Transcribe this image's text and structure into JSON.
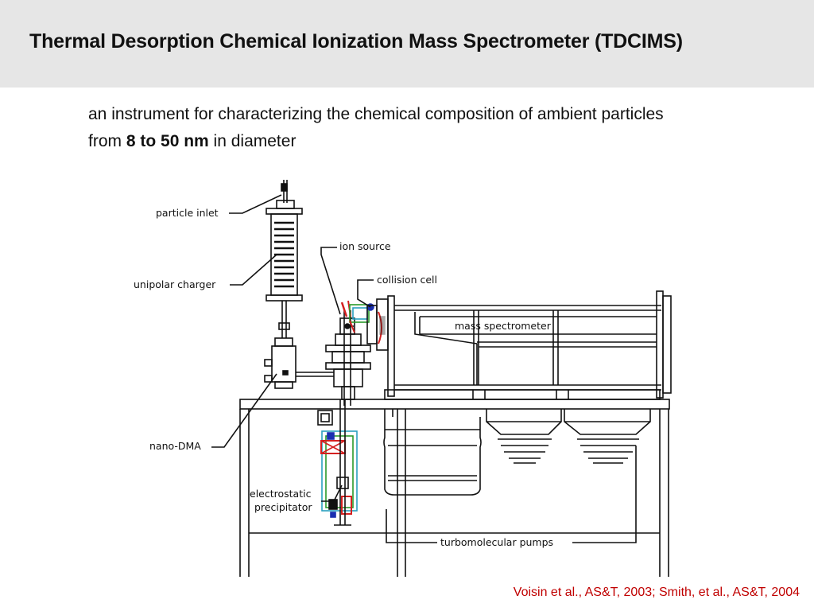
{
  "slide": {
    "title": "Thermal Desorption Chemical Ionization Mass Spectrometer (TDCIMS)",
    "subtitle_pre": "an instrument for characterizing the chemical composition of ambient particles from ",
    "subtitle_bold": "8 to 50 nm",
    "subtitle_post": " in diameter",
    "citation": "Voisin et al., AS&T, 2003; Smith, et al., AS&T, 2004"
  },
  "diagram": {
    "labels": {
      "particle_inlet": "particle inlet",
      "unipolar_charger": "unipolar charger",
      "ion_source": "ion source",
      "collision_cell": "collision cell",
      "mass_spectrometer": "mass spectrometer",
      "nano_dma": "nano-DMA",
      "electrostatic": "electrostatic",
      "precipitator": "precipitator",
      "turbomolecular_pumps": "turbomolecular pumps"
    },
    "colors": {
      "line": "#111111",
      "red": "#d42020",
      "blue": "#1a2fb0",
      "green": "#2a9a2a",
      "cyan": "#2aa0c0"
    }
  }
}
